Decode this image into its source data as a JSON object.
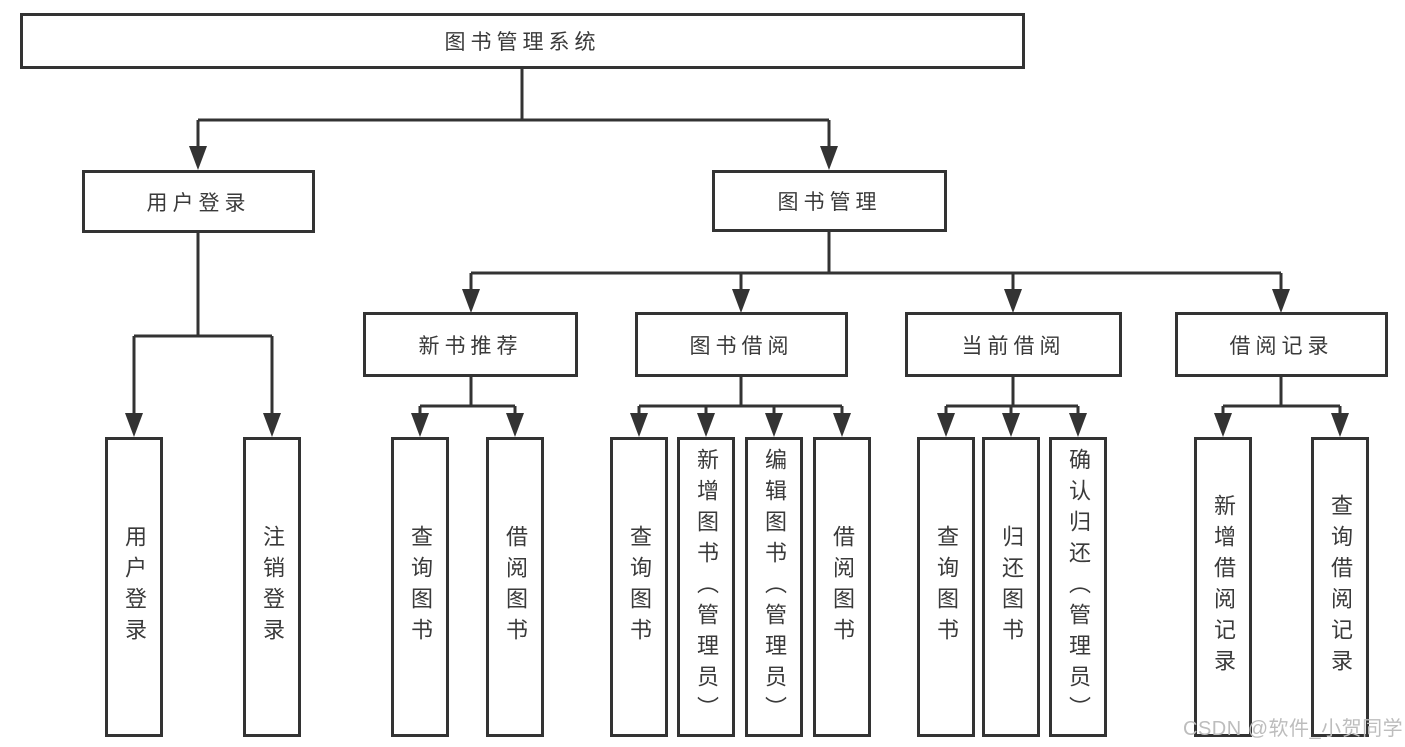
{
  "colors": {
    "line": "#333333",
    "text": "#3a3a3a",
    "node_fill": "#ffffff",
    "background": "#ffffff",
    "watermark": "#bdbdbd"
  },
  "tree": {
    "root": {
      "label": "图书管理系统"
    },
    "level1": [
      {
        "label": "用户登录",
        "children": [
          {
            "label": "用户登录"
          },
          {
            "label": "注销登录"
          }
        ]
      },
      {
        "label": "图书管理",
        "children": [
          {
            "label": "新书推荐",
            "children": [
              {
                "label": "查询图书"
              },
              {
                "label": "借阅图书"
              }
            ]
          },
          {
            "label": "图书借阅",
            "children": [
              {
                "label": "查询图书"
              },
              {
                "label": "新增图书（管理员）"
              },
              {
                "label": "编辑图书（管理员）"
              },
              {
                "label": "借阅图书"
              }
            ]
          },
          {
            "label": "当前借阅",
            "children": [
              {
                "label": "查询图书"
              },
              {
                "label": "归还图书"
              },
              {
                "label": "确认归还（管理员）"
              }
            ]
          },
          {
            "label": "借阅记录",
            "children": [
              {
                "label": "新增借阅记录"
              },
              {
                "label": "查询借阅记录"
              }
            ]
          }
        ]
      }
    ]
  },
  "watermark": {
    "text": "CSDN @软件_小贺同学"
  }
}
